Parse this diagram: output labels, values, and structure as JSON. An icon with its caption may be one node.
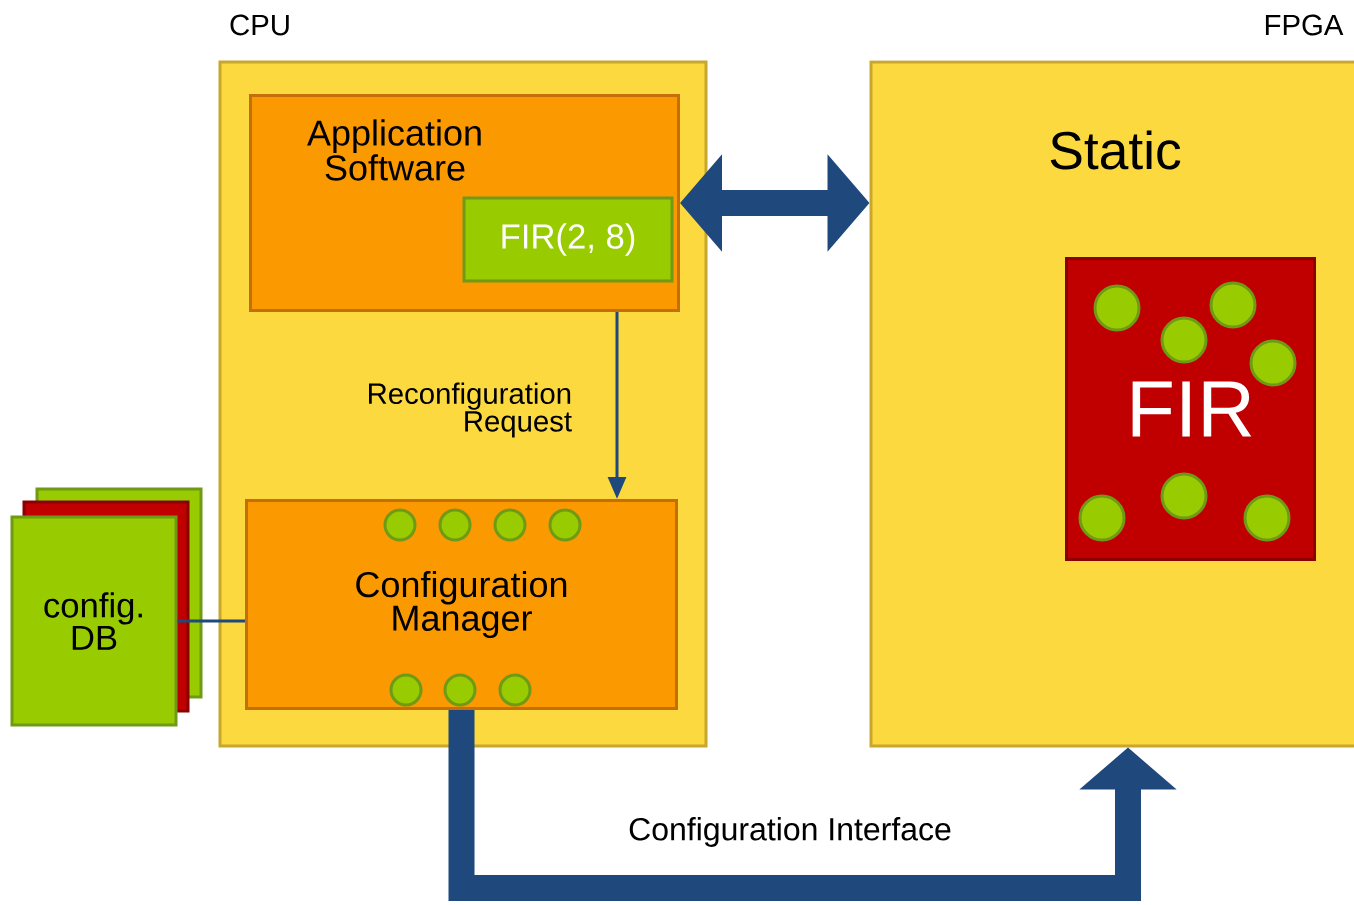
{
  "diagram": {
    "nodes": [
      {
        "text": [
          "CPU"
        ]
      },
      {
        "text": [
          "Application Software"
        ],
        "in": 0
      },
      {
        "text": [
          "FIR(2, 8)"
        ],
        "in": 1
      },
      {
        "text": [
          "Configuration Manager"
        ],
        "in": 0
      },
      {
        "text": [
          "config. DB"
        ]
      },
      {
        "text": [
          "FPGA",
          "Static"
        ]
      },
      {
        "text": [
          "FIR"
        ],
        "in": 5
      }
    ],
    "edges": [
      {
        "from": 1,
        "to": 3,
        "arrow": "to",
        "label": "Reconfiguration Request"
      },
      {
        "from": 4,
        "to": 3,
        "arrow": "none"
      },
      {
        "from": 1,
        "to": 5,
        "arrow": "both",
        "style": "thick"
      },
      {
        "from": 3,
        "to": 5,
        "arrow": "to",
        "style": "thick",
        "label": "Configuration Interface"
      }
    ]
  }
}
